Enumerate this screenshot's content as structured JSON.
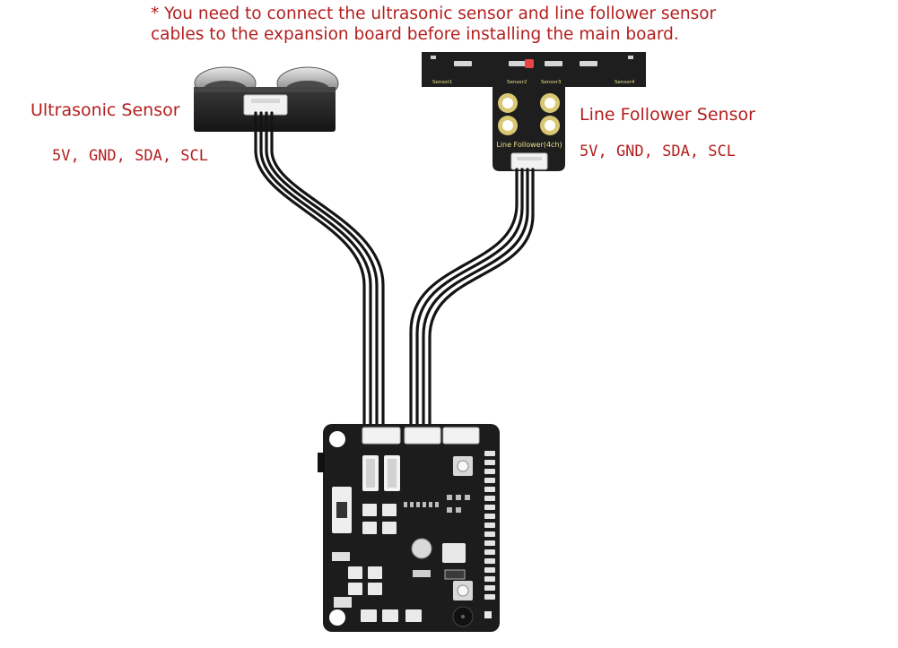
{
  "note": {
    "line1": "* You need to connect the ultrasonic sensor and line follower sensor",
    "line2": "cables to the expansion board before installing the main board."
  },
  "ultrasonic_sensor": {
    "title": "Ultrasonic Sensor",
    "pins": "5V, GND, SDA, SCL"
  },
  "line_follower_sensor": {
    "title": "Line Follower Sensor",
    "pins": "5V, GND, SDA, SCL",
    "board_label": "Line Follower(4ch)",
    "sensor_labels": [
      "Sensor1",
      "Sensor2",
      "Sensor3",
      "Sensor4"
    ]
  },
  "colors": {
    "annotation_red": "#b41e1e",
    "pcb_black": "#1c1c1c",
    "cable_black": "#141414",
    "connector_white": "#f2f2f2"
  }
}
